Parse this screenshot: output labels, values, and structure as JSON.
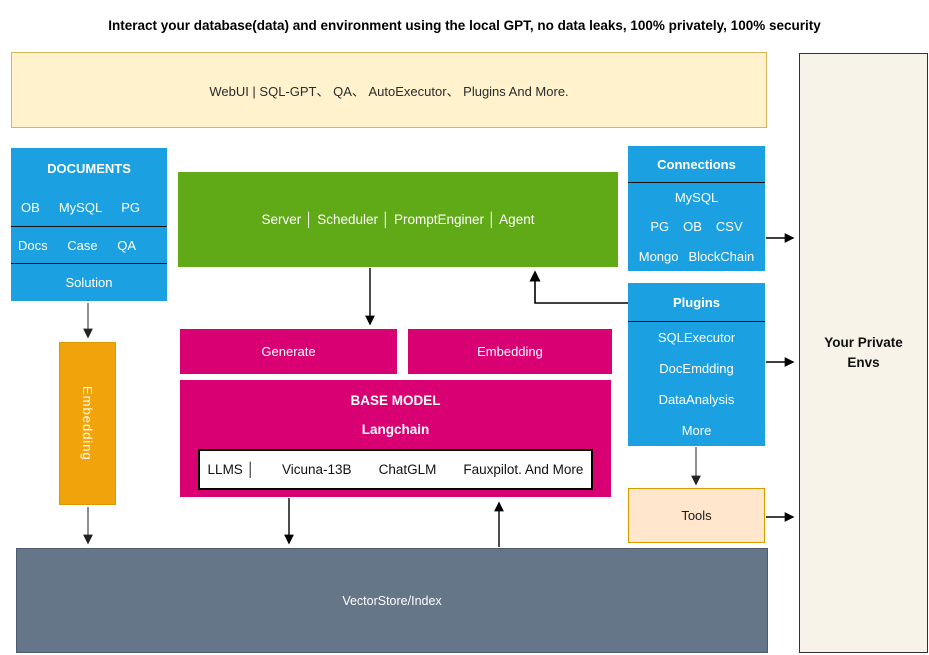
{
  "page": {
    "title": "Interact your database(data) and environment using the local GPT, no data leaks, 100% privately, 100% security"
  },
  "webui_bar": {
    "label": "WebUI | SQL-GPT、 QA、 AutoExecutor、 Plugins And More."
  },
  "documents_panel": {
    "title": "DOCUMENTS",
    "row_db": [
      "OB",
      "MySQL",
      "PG"
    ],
    "row_docs": [
      "Docs",
      "Case",
      "QA"
    ],
    "row_solution": "Solution"
  },
  "server_bar": {
    "label": "Server │ Scheduler  │ PromptEnginer   │  Agent"
  },
  "connections_panel": {
    "title": "Connections",
    "row1": "MySQL",
    "row2": [
      "PG",
      "OB",
      "CSV"
    ],
    "row3": [
      "Mongo",
      "BlockChain"
    ]
  },
  "plugins_panel": {
    "title": "Plugins",
    "items": [
      "SQLExecutor",
      "DocEmdding",
      "DataAnalysis",
      "More"
    ]
  },
  "embedding_vertical": {
    "label": "Embedding"
  },
  "generate_block": {
    "label": "Generate"
  },
  "embedding_pink_block": {
    "label": "Embedding"
  },
  "base_model": {
    "title": "BASE MODEL",
    "subtitle": "Langchain",
    "models": [
      "LLMS │",
      "Vicuna-13B",
      "ChatGLM",
      "Fauxpilot. And More"
    ]
  },
  "tools_block": {
    "label": "Tools"
  },
  "vectorstore": {
    "label": "VectorStore/Index"
  },
  "private_envs": {
    "line1": "Your Private",
    "line2": "Envs"
  },
  "colors": {
    "blue": "#1BA1E2",
    "green": "#60A917",
    "magenta": "#D80073",
    "amber": "#F0A30A",
    "slate_gray": "#647687",
    "webui_fill": "#FFF2CC",
    "webui_border": "#D6B656",
    "tools_fill": "#FFE6CC",
    "tools_border": "#D79B00",
    "envs_fill": "#F7F3E8"
  }
}
